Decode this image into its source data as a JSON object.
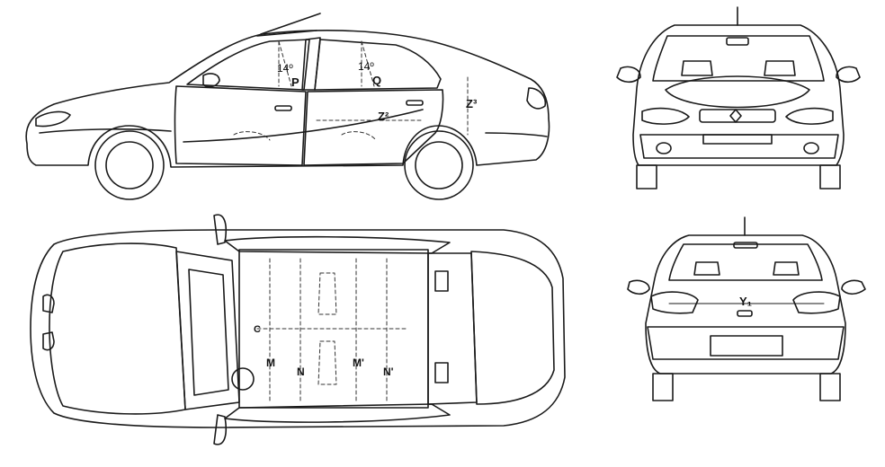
{
  "colors": {
    "ink": "#1a1a1a",
    "paper": "#ffffff",
    "guide": "#333333"
  },
  "views": {
    "side": {
      "angle_p": "14º",
      "angle_q": "14º",
      "label_p": "P",
      "label_q": "Q",
      "label_z2": "Z²",
      "label_z3": "Z³"
    },
    "top": {
      "label_c": "C",
      "label_m": "M",
      "label_n": "N",
      "label_m1": "M'",
      "label_n1": "N'"
    },
    "rear": {
      "label_y1": "Y₁"
    }
  }
}
